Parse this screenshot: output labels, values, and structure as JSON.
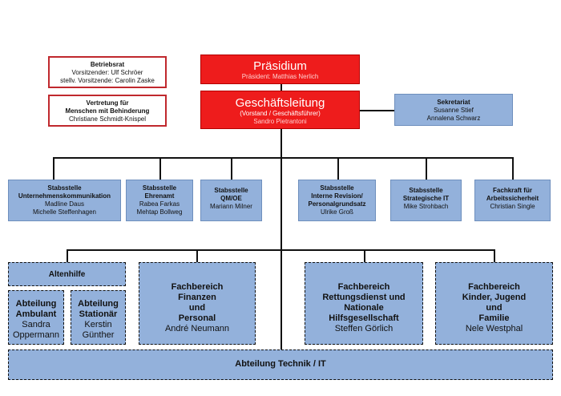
{
  "betriebsrat": {
    "title": "Betriebsrat",
    "line1": "Vorsitzender: Ulf Schröer",
    "line2": "stellv. Vorsitzende: Carolin Zaske"
  },
  "vertretung": {
    "title1": "Vertretung für",
    "title2": "Menschen mit Behinderung",
    "name": "Christiane Schmidt-Knispel"
  },
  "praesidium": {
    "title": "Präsidium",
    "sub": "Präsident: Matthias Nerlich"
  },
  "geschaeftsleitung": {
    "title": "Geschäftsleitung",
    "sub1": "(Vorstand / Geschäftsführer)",
    "sub2": "Sandro Pietrantoni"
  },
  "sekretariat": {
    "title": "Sekretariat",
    "name1": "Susanne Stief",
    "name2": "Annalena Schwarz"
  },
  "stabsstellen": [
    {
      "l1": "Stabsstelle",
      "l2": "Unternehmenskommunikation",
      "n1": "Madline Daus",
      "n2": "Michelle Steffenhagen"
    },
    {
      "l1": "Stabsstelle",
      "l2": "Ehrenamt",
      "n1": "Rabea Farkas",
      "n2": "Mehtap Bollweg"
    },
    {
      "l1": "Stabsstelle",
      "l2": "QM/OE",
      "n1": "Mariann Milner",
      "n2": ""
    },
    {
      "l1": "Stabsstelle",
      "l2": "Interne Revision/",
      "l3": "Personalgrundsatz",
      "n1": "Ulrike Groß"
    },
    {
      "l1": "Stabsstelle",
      "l2": "Strategische IT",
      "n1": "Mike Strohbach"
    },
    {
      "l1": "Fachkraft für",
      "l2": "Arbeitssicherheit",
      "n1": "Christian Single"
    }
  ],
  "altenhilfe": {
    "title": "Altenhilfe",
    "ambulant": {
      "l1": "Abteilung",
      "l2": "Ambulant",
      "n1": "Sandra",
      "n2": "Oppermann"
    },
    "stationaer": {
      "l1": "Abteilung",
      "l2": "Stationär",
      "n1": "Kerstin",
      "n2": "Günther"
    }
  },
  "finanzen": {
    "l1": "Fachbereich",
    "l2": "Finanzen",
    "l3": "und",
    "l4": "Personal",
    "name": "André Neumann"
  },
  "rettung": {
    "l1": "Fachbereich",
    "l2": "Rettungsdienst und",
    "l3": "Nationale",
    "l4": "Hilfsgesellschaft",
    "name": "Steffen Görlich"
  },
  "kinder": {
    "l1": "Fachbereich",
    "l2": "Kinder, Jugend",
    "l3": "und",
    "l4": "Familie",
    "name": "Nele Westphal"
  },
  "technik": {
    "title": "Abteilung Technik / IT"
  },
  "colors": {
    "red": "#ee1c1c",
    "blue": "#93b1db",
    "border_red": "#c0282d"
  }
}
